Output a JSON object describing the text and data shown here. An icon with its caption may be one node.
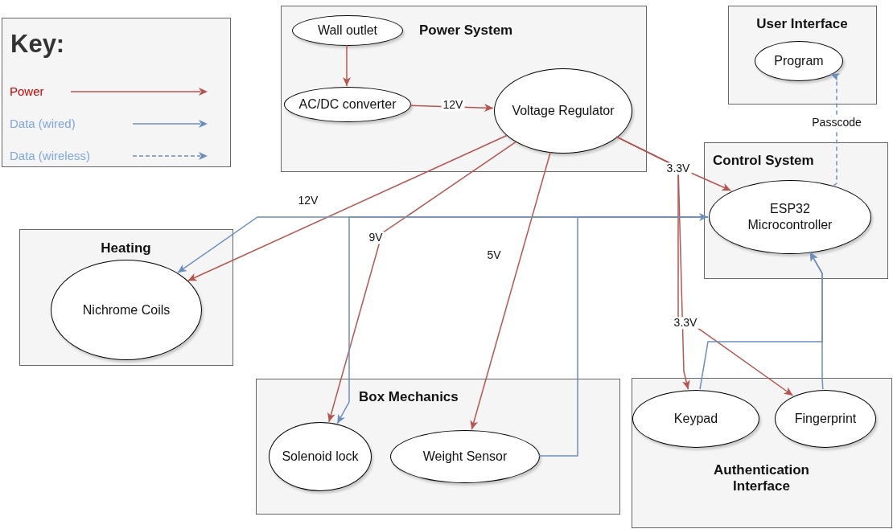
{
  "diagram": {
    "nodes": [
      {
        "text": [
          "Power System"
        ]
      },
      {
        "text": [
          "Wall outlet"
        ],
        "in": 0
      },
      {
        "text": [
          "AC/DC converter"
        ],
        "in": 0
      },
      {
        "text": [
          "Voltage Regulator"
        ],
        "in": 0
      },
      {
        "text": [
          "User Interface"
        ]
      },
      {
        "text": [
          "Program"
        ],
        "in": 4
      },
      {
        "text": [
          "Control System"
        ]
      },
      {
        "text": [
          "ESP32 Microcontroller"
        ],
        "in": 6
      },
      {
        "text": [
          "Heating"
        ]
      },
      {
        "text": [
          "Nichrome Coils"
        ],
        "in": 8
      },
      {
        "text": [
          "Box Mechanics"
        ]
      },
      {
        "text": [
          "Solenoid lock"
        ],
        "in": 10
      },
      {
        "text": [
          "Weight Sensor"
        ],
        "in": 10
      },
      {
        "text": [
          "Authentication Interface"
        ]
      },
      {
        "text": [
          "Keypad"
        ],
        "in": 13
      },
      {
        "text": [
          "Fingerprint"
        ],
        "in": 13
      }
    ],
    "edges": [
      {
        "from": 1,
        "to": 2,
        "arrow": "to"
      },
      {
        "from": 2,
        "to": 3,
        "arrow": "to",
        "label": "12V"
      },
      {
        "from": 3,
        "to": 9,
        "arrow": "to",
        "label": "12V"
      },
      {
        "from": 3,
        "to": 11,
        "arrow": "to",
        "label": "9V"
      },
      {
        "from": 3,
        "to": 12,
        "arrow": "to",
        "label": "5V"
      },
      {
        "from": 3,
        "to": 7,
        "arrow": "to",
        "label": "3.3V"
      },
      {
        "from": 3,
        "to": 14,
        "arrow": "to"
      },
      {
        "from": 3,
        "to": 15,
        "arrow": "to",
        "label": "3.3V"
      },
      {
        "from": 7,
        "to": 9,
        "arrow": "to",
        "color": "#6c8ebf"
      },
      {
        "from": 7,
        "to": 11,
        "arrow": "to",
        "color": "#6c8ebf"
      },
      {
        "from": 12,
        "to": 7,
        "arrow": "to",
        "color": "#6c8ebf"
      },
      {
        "from": 14,
        "to": 7,
        "arrow": "to",
        "color": "#6c8ebf"
      },
      {
        "from": 15,
        "to": 7,
        "arrow": "to",
        "color": "#6c8ebf"
      },
      {
        "from": 7,
        "to": 5,
        "arrow": "to",
        "label": "Passcode",
        "style": "dashed",
        "color": "#6c8ebf"
      }
    ],
    "labels": [
      "Key:"
    ],
    "legend": [
      {
        "text": "Power"
      },
      {
        "text": "Data (wired)"
      },
      {
        "text": "Data (wireless)"
      }
    ]
  }
}
